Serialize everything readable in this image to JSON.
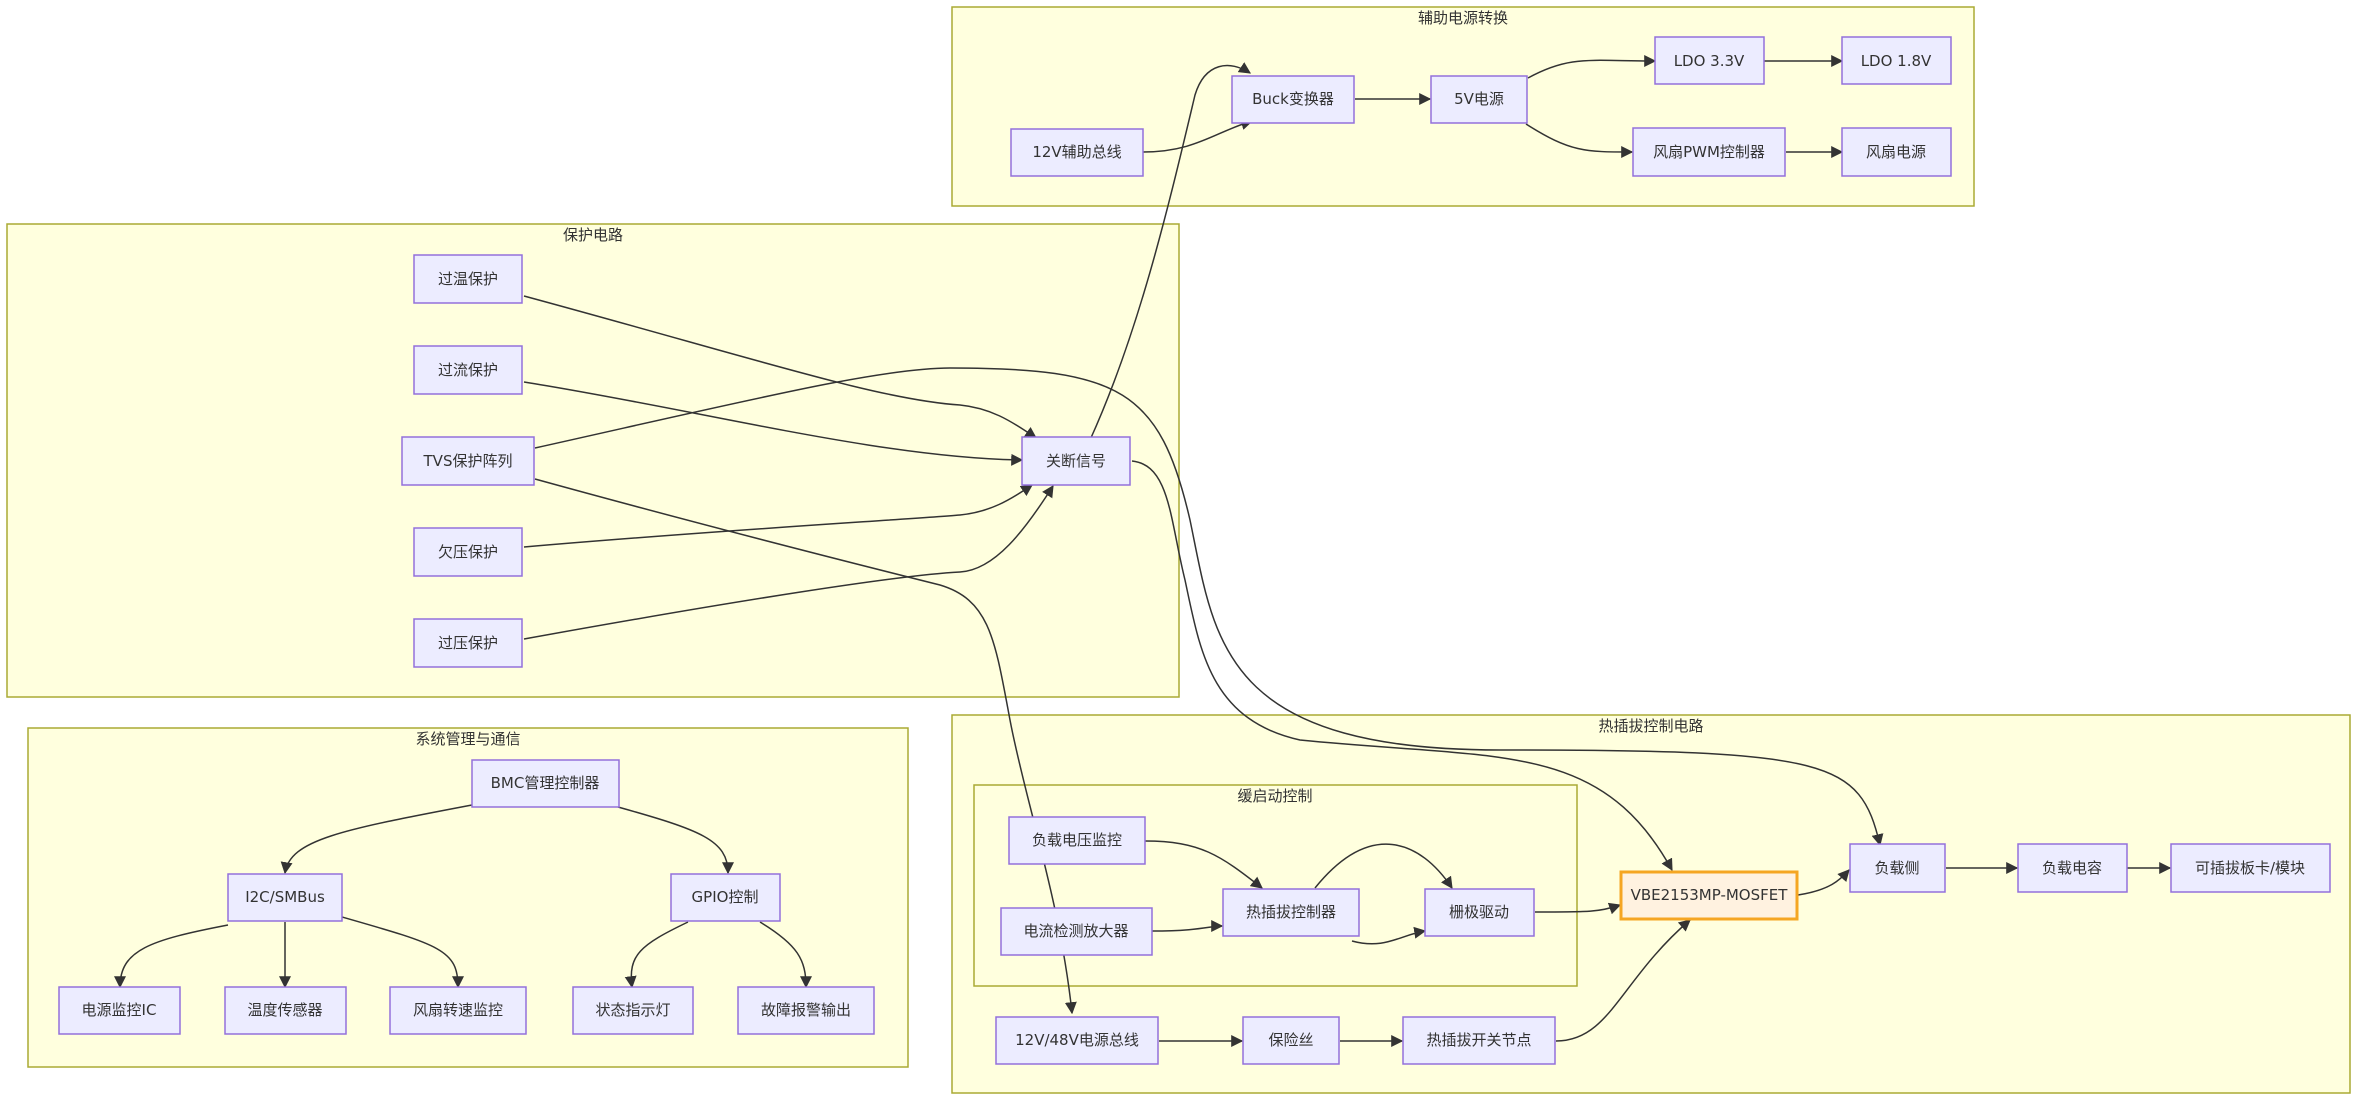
{
  "clusters": {
    "aux_power": "辅助电源转换",
    "protection": "保护电路",
    "sys_mgmt": "系统管理与通信",
    "hotplug": "热插拔控制电路",
    "softstart": "缓启动控制"
  },
  "nodes": {
    "aux12v": "12V辅助总线",
    "buck": "Buck变换器",
    "v5": "5V电源",
    "ldo33": "LDO 3.3V",
    "ldo18": "LDO 1.8V",
    "fanpwm": "风扇PWM控制器",
    "fanpower": "风扇电源",
    "overtemp": "过温保护",
    "overcurrent": "过流保护",
    "tvs": "TVS保护阵列",
    "undervolt": "欠压保护",
    "overvolt": "过压保护",
    "shutdown": "关断信号",
    "bmc": "BMC管理控制器",
    "i2c": "I2C/SMBus",
    "gpio": "GPIO控制",
    "pmic": "电源监控IC",
    "tempsensor": "温度传感器",
    "fanspeed": "风扇转速监控",
    "statusled": "状态指示灯",
    "faultalarm": "故障报警输出",
    "loadvmon": "负载电压监控",
    "curramp": "电流检测放大器",
    "hpctrl": "热插拔控制器",
    "gatedrv": "栅极驱动",
    "mosfet": "VBE2153MP-MOSFET",
    "loadside": "负载侧",
    "loadcap": "负载电容",
    "card": "可插拔板卡/模块",
    "bus": "12V/48V电源总线",
    "fuse": "保险丝",
    "switchnode": "热插拔开关节点"
  },
  "colors": {
    "cluster_fill": "#ffffde",
    "cluster_border": "#aaaa33",
    "node_fill": "#ececff",
    "node_border": "#9370db",
    "highlight_fill": "#fff2e0",
    "highlight_border": "#f5a623",
    "edge": "#333333"
  }
}
